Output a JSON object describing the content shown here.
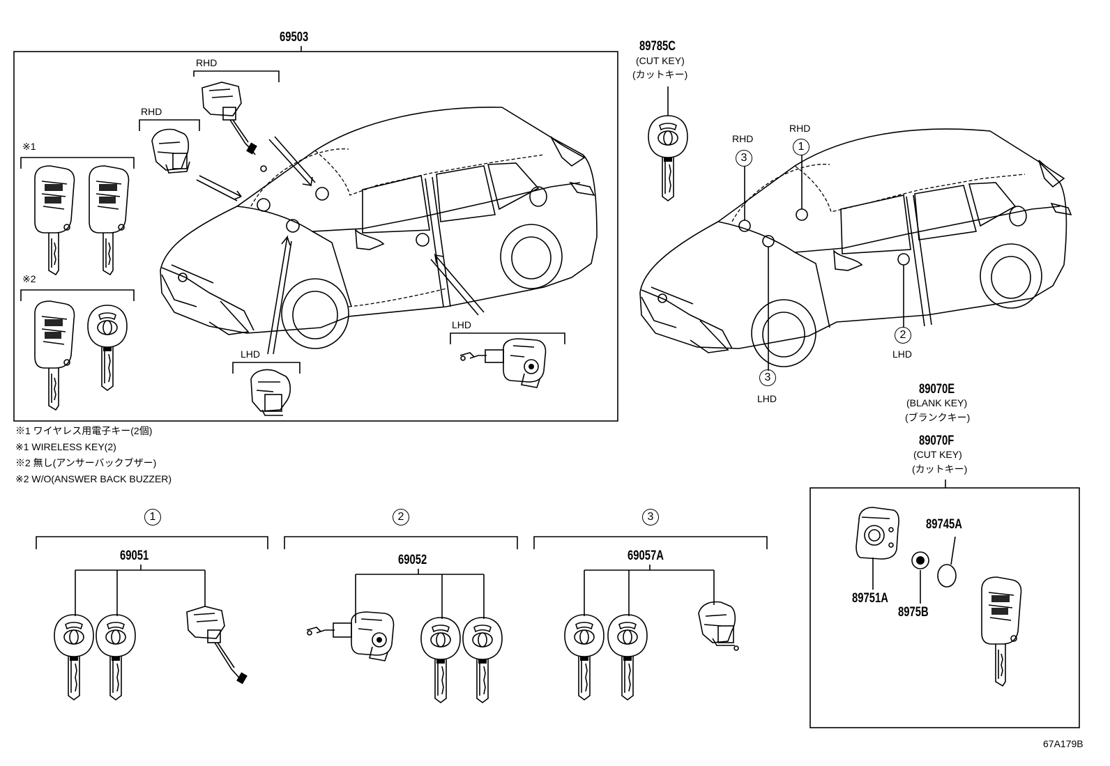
{
  "top_left": {
    "part": "69503",
    "rhd_a": "RHD",
    "rhd_b": "RHD",
    "lhd_a": "LHD",
    "lhd_b": "LHD",
    "mark1": "※1",
    "mark2": "※2"
  },
  "top_mid": {
    "part": "89785C",
    "desc_en": "(CUT KEY)",
    "desc_jp": "(カットキー)"
  },
  "car2": {
    "rhd_3": "RHD",
    "rhd_1": "RHD",
    "circle_3a": "3",
    "circle_1": "1",
    "circle_2": "2",
    "circle_3b": "3",
    "lhd_2": "LHD",
    "lhd_3": "LHD"
  },
  "notes": [
    "※1 ワイヤレス用電子キー(2個)",
    "※1 WIRELESS KEY(2)",
    "※2 無し(アンサーバックブザー)",
    "※2 W/O(ANSWER BACK BUZZER)"
  ],
  "right_box": {
    "part_e": "89070E",
    "desc_e_en": "(BLANK KEY)",
    "desc_e_jp": "(ブランクキー)",
    "part_f": "89070F",
    "desc_f_en": "(CUT KEY)",
    "desc_f_jp": "(カットキー)",
    "p1": "89745A",
    "p2": "89751A",
    "p3": "8975B"
  },
  "sets": [
    {
      "circle": "1",
      "part": "69051"
    },
    {
      "circle": "2",
      "part": "69052"
    },
    {
      "circle": "3",
      "part": "69057A"
    }
  ],
  "code": "67A179B"
}
